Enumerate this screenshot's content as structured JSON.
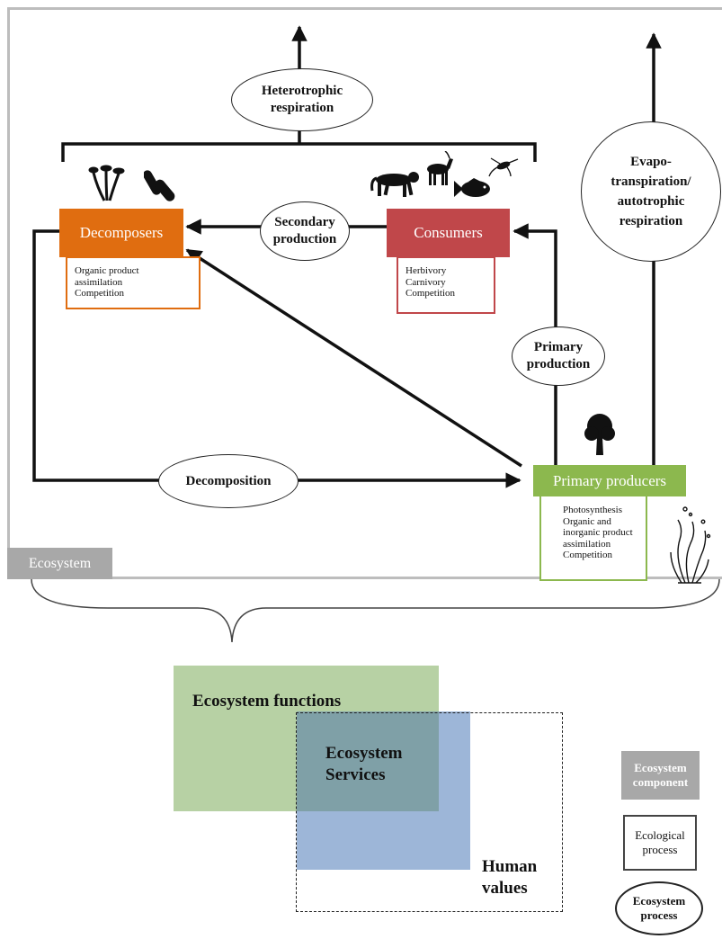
{
  "ellipses": {
    "heterotrophic": "Heterotrophic respiration",
    "secondary": "Secondary production",
    "primary_production": "Primary production",
    "decomposition": "Decomposition",
    "evapo": "Evapo- transpiration/ autotrophic respiration"
  },
  "components": {
    "decomposers": {
      "label": "Decomposers",
      "color": "#e06d10",
      "processes": [
        "Organic product",
        "assimilation",
        "Competition"
      ]
    },
    "consumers": {
      "label": "Consumers",
      "color": "#c0474a",
      "processes": [
        "Herbivory",
        "Carnivory",
        "Competition"
      ]
    },
    "primary_producers": {
      "label": "Primary producers",
      "color": "#8cb84e",
      "processes": [
        "Photosynthesis",
        "Organic and",
        "inorganic product",
        "assimilation",
        "Competition"
      ]
    }
  },
  "ecosystem_tag": "Ecosystem",
  "venn": {
    "functions": "Ecosystem functions",
    "services": "Ecosystem Services",
    "human_values": "Human values",
    "functions_color": "#b7d1a4",
    "services_color": "#9db6d8"
  },
  "legend": {
    "component": "Ecosystem component",
    "ecological_process": "Ecological process",
    "ecosystem_process": "Ecosystem process"
  },
  "icons": [
    "mushroom-icon",
    "bacteria-icon",
    "cheetah-icon",
    "gazelle-icon",
    "fish-icon",
    "copepod-icon",
    "tree-icon",
    "seaweed-icon"
  ],
  "colors": {
    "frame": "#bdbdbd",
    "line": "#111111"
  }
}
